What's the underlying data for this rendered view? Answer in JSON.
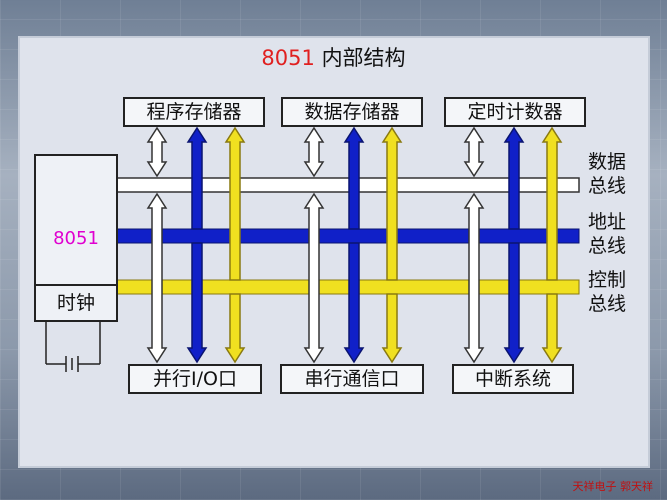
{
  "title": {
    "prefix": "8051",
    "text": "内部结构"
  },
  "top_blocks": [
    "程序存储器",
    "数据存储器",
    "定时计数器"
  ],
  "bottom_blocks": [
    "并行I/O口",
    "串行通信口",
    "中断系统"
  ],
  "cpu": {
    "label": "8051",
    "clock": "时钟"
  },
  "buses": {
    "data": [
      "数据",
      "总线"
    ],
    "address": [
      "地址",
      "总线"
    ],
    "control": [
      "控制",
      "总线"
    ]
  },
  "footer": "天祥电子 郭天祥",
  "colors": {
    "address": "#1020c8",
    "control": "#f0e020",
    "data": "#ffffff",
    "highlight": "#e02020",
    "cpu_text": "#e000d0"
  }
}
